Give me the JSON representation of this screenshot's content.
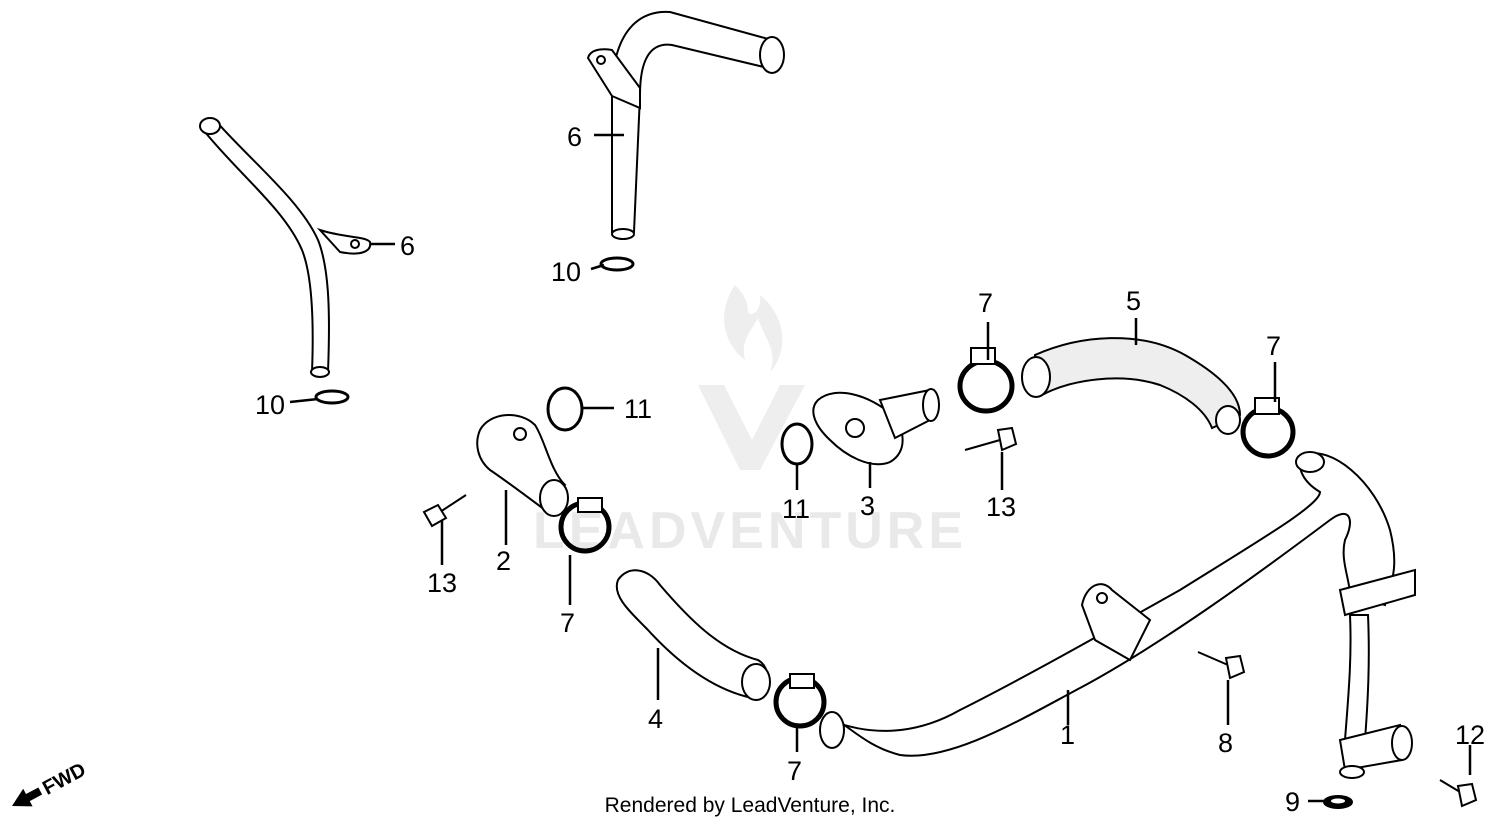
{
  "diagram": {
    "watermark_text": "LEADVENTURE",
    "footer": "Rendered by LeadVenture, Inc.",
    "fwd_label": "FWD",
    "callouts": {
      "c6a": "6",
      "c6b": "6",
      "c10a": "10",
      "c10b": "10",
      "c11a": "11",
      "c11b": "11",
      "c7a": "7",
      "c7b": "7",
      "c7c": "7",
      "c7d": "7",
      "c5": "5",
      "c3": "3",
      "c13a": "13",
      "c13b": "13",
      "c2": "2",
      "c4": "4",
      "c1": "1",
      "c8": "8",
      "c12": "12",
      "c9": "9"
    }
  }
}
